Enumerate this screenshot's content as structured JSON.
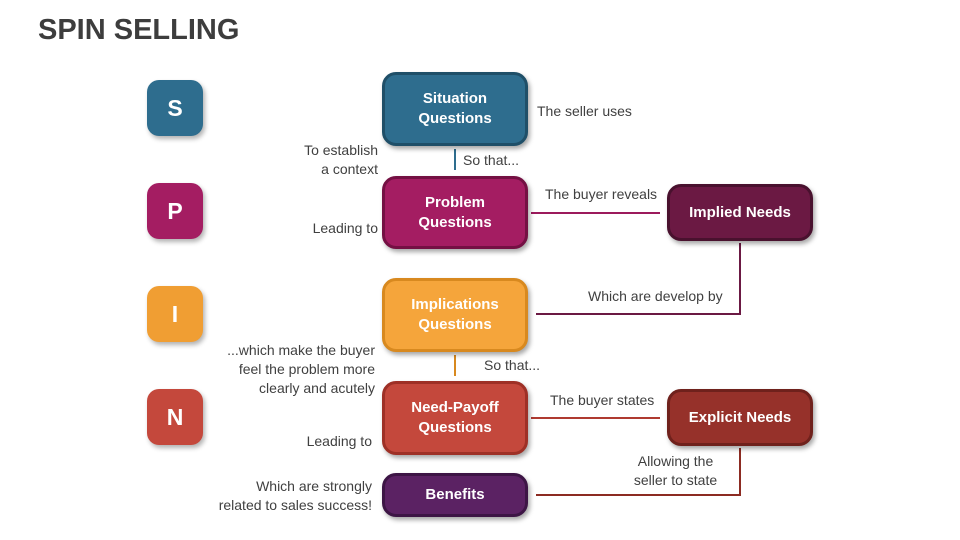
{
  "title": "SPIN SELLING",
  "spin": {
    "letters": [
      {
        "letter": "S",
        "color": "#2e6d8e"
      },
      {
        "letter": "P",
        "color": "#a41d62"
      },
      {
        "letter": "I",
        "color": "#f09e33"
      },
      {
        "letter": "N",
        "color": "#c4483c"
      }
    ]
  },
  "nodes": {
    "situation": {
      "label": "Situation\nQuestions",
      "fill": "#2e6d8e",
      "border": "#1f4f68"
    },
    "problem": {
      "label": "Problem\nQuestions",
      "fill": "#a41d62",
      "border": "#741043"
    },
    "implications": {
      "label": "Implications\nQuestions",
      "fill": "#f5a53b",
      "border": "#d8891f"
    },
    "needpayoff": {
      "label": "Need-Payoff\nQuestions",
      "fill": "#c4483c",
      "border": "#9e3026"
    },
    "benefits": {
      "label": "Benefits",
      "fill": "#5b2263",
      "border": "#3d1545"
    },
    "implied": {
      "label": "Implied Needs",
      "fill": "#6b1943",
      "border": "#49112e"
    },
    "explicit": {
      "label": "Explicit Needs",
      "fill": "#96312a",
      "border": "#6f211c"
    }
  },
  "annotations": {
    "seller_uses": "The seller uses",
    "so_that_1": "So that...",
    "to_establish": "To establish\na context",
    "buyer_reveals": "The buyer reveals",
    "leading_to_1": "Leading to",
    "develop_by": "Which are develop by",
    "which_make": "...which make the buyer\nfeel the problem more\nclearly and acutely",
    "so_that_2": "So that...",
    "buyer_states": "The buyer states",
    "leading_to_2": "Leading to",
    "allowing": "Allowing the\nseller to state",
    "which_strongly": "Which are strongly\nrelated to sales success!"
  },
  "arrow_colors": {
    "situation_to_problem": "#2e6d8e",
    "problem_to_implied": "#9c1a5c",
    "implied_to_implications": "#6b1943",
    "implications_to_needpayoff": "#d8891f",
    "needpayoff_to_explicit": "#af3a30",
    "explicit_to_benefits": "#8c2b22"
  }
}
